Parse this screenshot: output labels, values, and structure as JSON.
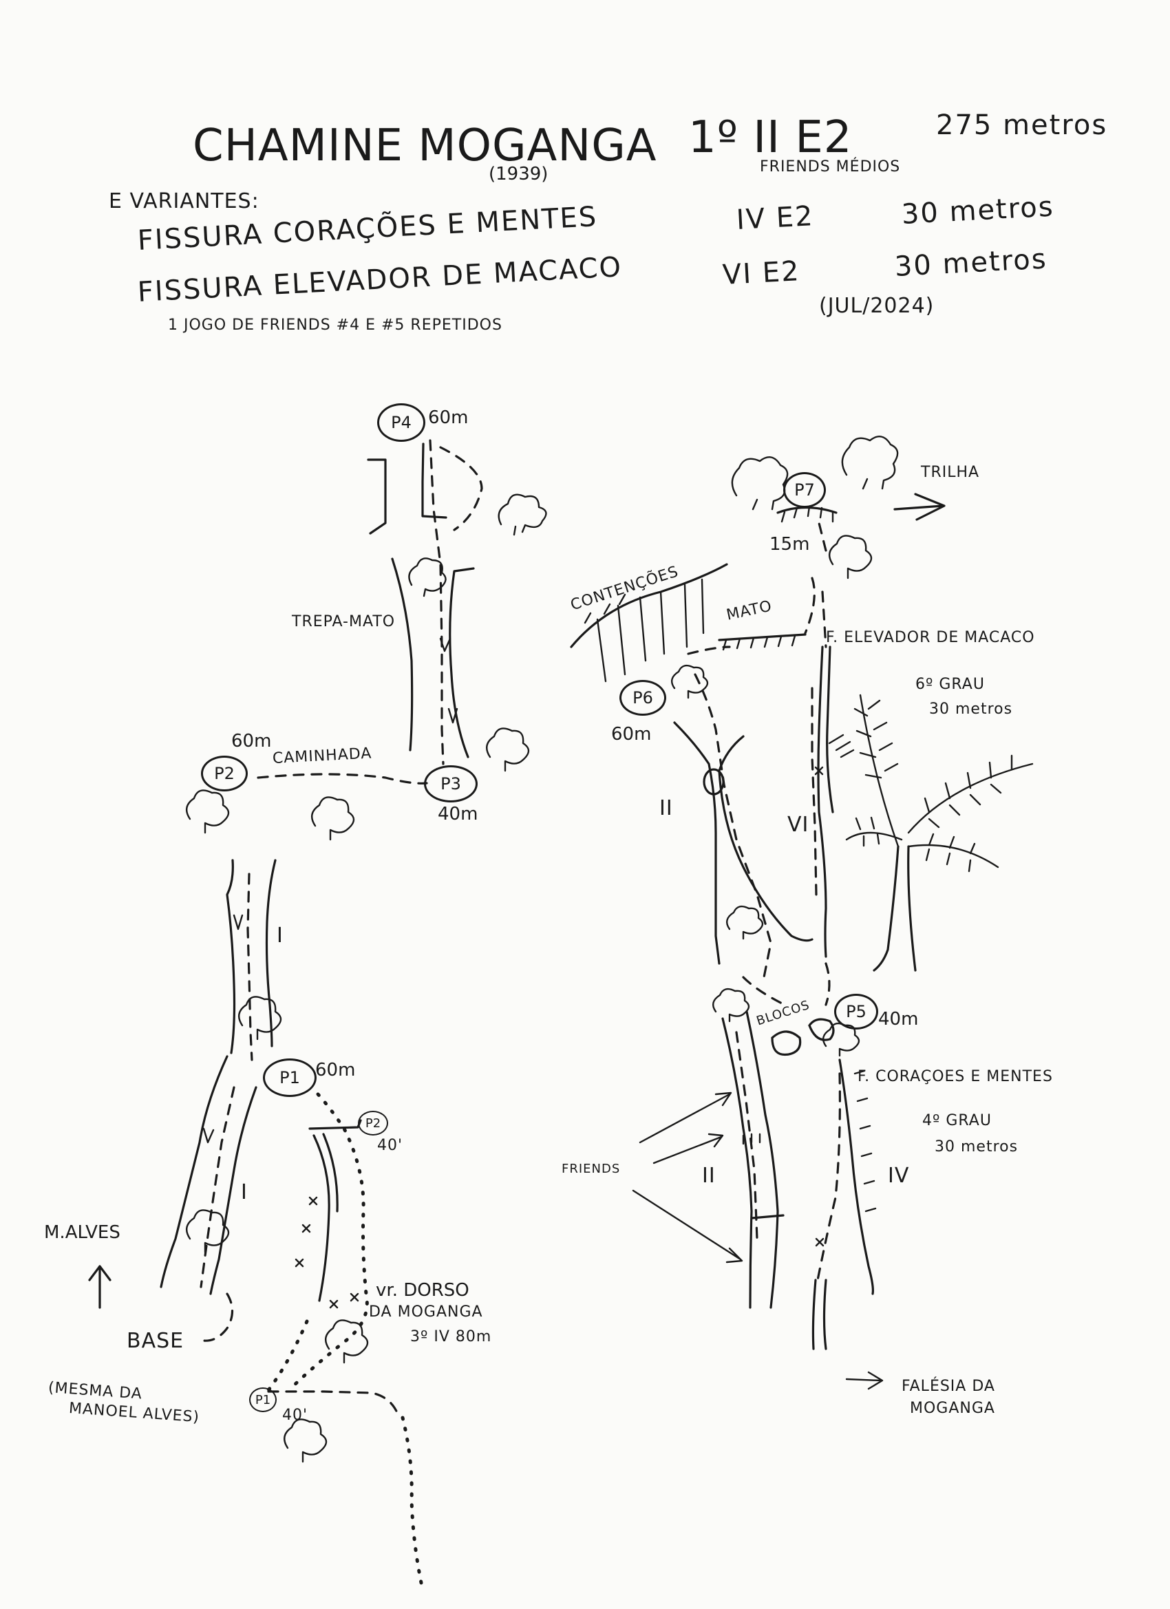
{
  "header": {
    "title": "CHAMINE MOGANGA",
    "year": "(1939)",
    "grade": "1º II E2",
    "length": "275 metros",
    "gear": "FRIENDS MÉDIOS",
    "variants_label": "E VARIANTES:"
  },
  "variants": [
    {
      "name": "FISSURA CORAÇÕES E MENTES",
      "grade": "IV E2",
      "length": "30 metros"
    },
    {
      "name": "FISSURA ELEVADOR DE MACACO",
      "grade": "VI E2",
      "length": "30 metros"
    }
  ],
  "variant_date": "(JUL/2024)",
  "gear_note": "1 JOGO DE FRIENDS #4 E #5 REPETIDOS",
  "left_topo": {
    "p4": {
      "label": "P4",
      "dist": "60m"
    },
    "trepa_mato": "TREPA-MATO",
    "p2": {
      "label": "P2",
      "dist": "60m"
    },
    "caminhada": "CAMINHADA",
    "p3": {
      "label": "P3",
      "dist": "40m"
    },
    "pitch_grade_upper": "I",
    "p1": {
      "label": "P1",
      "dist": "60m"
    },
    "pitch_grade_lower": "I",
    "m_alves": "M.ALVES",
    "base": "BASE",
    "base_note_line1": "(MESMA DA",
    "base_note_line2": "MANOEL ALVES)",
    "dorso_p2": {
      "label": "P2",
      "dist": "40'"
    },
    "dorso_line1": "vr. DORSO",
    "dorso_line2": "DA MOGANGA",
    "dorso_line3": "3º IV 80m",
    "dorso_p1": {
      "label": "P1",
      "dist": "40'"
    }
  },
  "right_topo": {
    "trilha": "TRILHA",
    "p7": {
      "label": "P7",
      "dist": "15m"
    },
    "contencoes": "CONTENÇÕES",
    "mato": "MATO",
    "elevador_label": "F. ELEVADOR DE MACACO",
    "elevador_grade": "6º GRAU",
    "elevador_length": "30 metros",
    "p6": {
      "label": "P6",
      "dist": "60m"
    },
    "pitch_grade_ii_upper": "II",
    "pitch_grade_vi": "VI",
    "blocos": "BLOCOS",
    "p5": {
      "label": "P5",
      "dist": "40m"
    },
    "coracoes_label": "F. CORAÇOES E MENTES",
    "coracoes_grade": "4º GRAU",
    "coracoes_length": "30 metros",
    "friends": "FRIENDS",
    "pitch_grade_ii_lower": "II",
    "pitch_grade_iv": "IV",
    "falesia_line1": "FALÉSIA DA",
    "falesia_line2": "MOGANGA"
  }
}
